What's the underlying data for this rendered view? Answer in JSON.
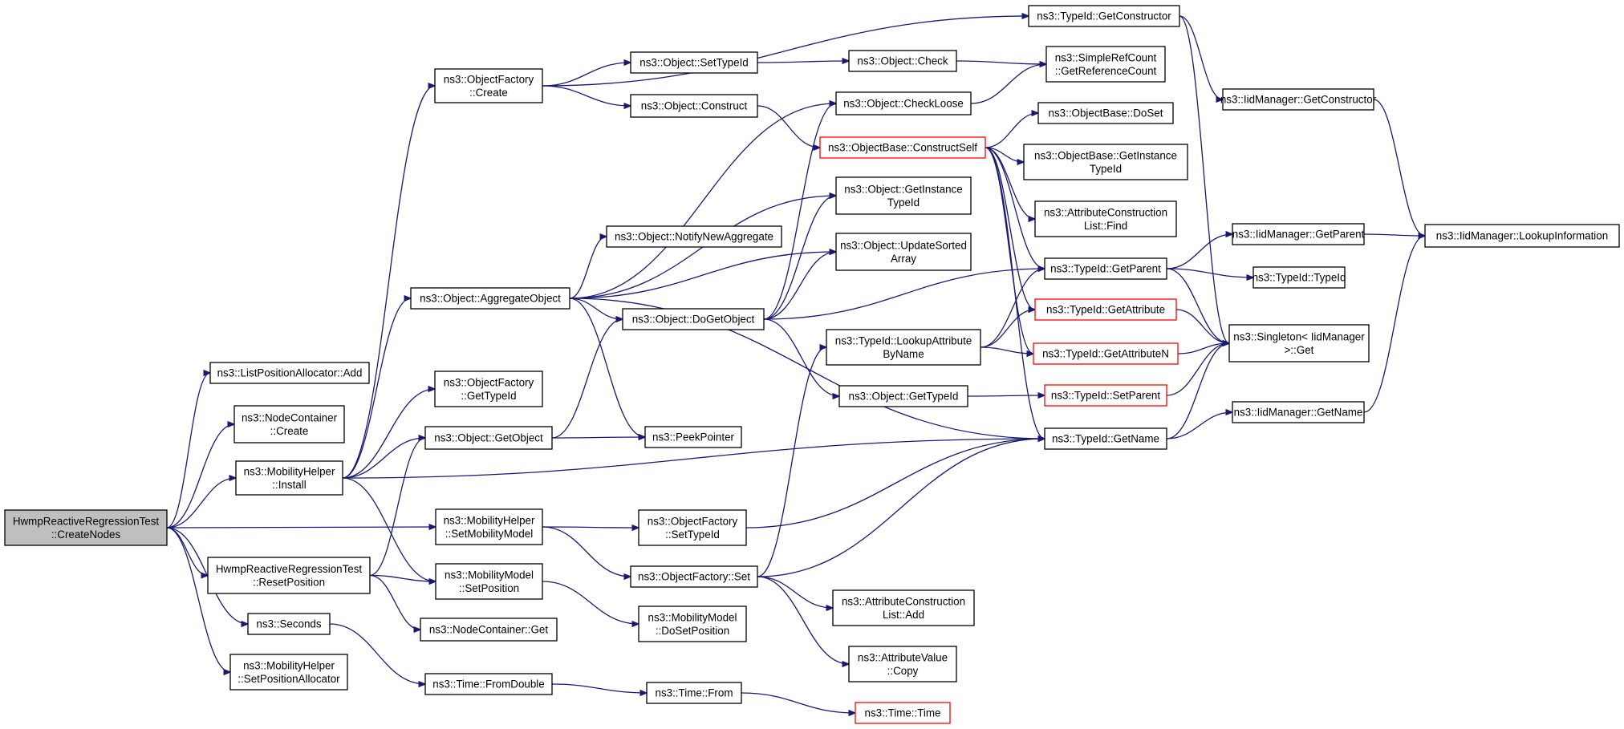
{
  "colors": {
    "edge": "#191970",
    "highlight_border": "#ff0000",
    "root_fill": "#bfbfbf"
  },
  "nodes": [
    {
      "id": "root",
      "lines": [
        "HwmpReactiveRegressionTest",
        "::CreateNodes"
      ],
      "style": "root"
    },
    {
      "id": "lpa_add",
      "lines": [
        "ns3::ListPositionAllocator::Add"
      ]
    },
    {
      "id": "nc_create",
      "lines": [
        "ns3::NodeContainer",
        "::Create"
      ]
    },
    {
      "id": "mh_install",
      "lines": [
        "ns3::MobilityHelper",
        "::Install"
      ]
    },
    {
      "id": "reset_pos",
      "lines": [
        "HwmpReactiveRegressionTest",
        "::ResetPosition"
      ]
    },
    {
      "id": "seconds",
      "lines": [
        "ns3::Seconds"
      ]
    },
    {
      "id": "mh_setpa",
      "lines": [
        "ns3::MobilityHelper",
        "::SetPositionAllocator"
      ]
    },
    {
      "id": "of_create",
      "lines": [
        "ns3::ObjectFactory",
        "::Create"
      ]
    },
    {
      "id": "aggregate",
      "lines": [
        "ns3::Object::AggregateObject"
      ]
    },
    {
      "id": "of_gettypeid",
      "lines": [
        "ns3::ObjectFactory",
        "::GetTypeId"
      ]
    },
    {
      "id": "getobject",
      "lines": [
        "ns3::Object::GetObject"
      ]
    },
    {
      "id": "mh_setmm",
      "lines": [
        "ns3::MobilityHelper",
        "::SetMobilityModel"
      ]
    },
    {
      "id": "mm_setpos",
      "lines": [
        "ns3::MobilityModel",
        "::SetPosition"
      ]
    },
    {
      "id": "nc_get",
      "lines": [
        "ns3::NodeContainer::Get"
      ]
    },
    {
      "id": "fromdouble",
      "lines": [
        "ns3::Time::FromDouble"
      ]
    },
    {
      "id": "settypeid",
      "lines": [
        "ns3::Object::SetTypeId"
      ]
    },
    {
      "id": "construct",
      "lines": [
        "ns3::Object::Construct"
      ]
    },
    {
      "id": "notify",
      "lines": [
        "ns3::Object::NotifyNewAggregate"
      ]
    },
    {
      "id": "dogetobject",
      "lines": [
        "ns3::Object::DoGetObject"
      ]
    },
    {
      "id": "peekpointer",
      "lines": [
        "ns3::PeekPointer"
      ]
    },
    {
      "id": "of_settypeid",
      "lines": [
        "ns3::ObjectFactory",
        "::SetTypeId"
      ]
    },
    {
      "id": "of_set",
      "lines": [
        "ns3::ObjectFactory::Set"
      ]
    },
    {
      "id": "mm_dosetpos",
      "lines": [
        "ns3::MobilityModel",
        "::DoSetPosition"
      ]
    },
    {
      "id": "time_from",
      "lines": [
        "ns3::Time::From"
      ]
    },
    {
      "id": "check",
      "lines": [
        "ns3::Object::Check"
      ]
    },
    {
      "id": "checkloose",
      "lines": [
        "ns3::Object::CheckLoose"
      ]
    },
    {
      "id": "constructself",
      "lines": [
        "ns3::ObjectBase::ConstructSelf"
      ],
      "style": "red"
    },
    {
      "id": "getinstancetypeid",
      "lines": [
        "ns3::Object::GetInstance",
        "TypeId"
      ]
    },
    {
      "id": "updatesorted",
      "lines": [
        "ns3::Object::UpdateSorted",
        "Array"
      ]
    },
    {
      "id": "lookupattr",
      "lines": [
        "ns3::TypeId::LookupAttribute",
        "ByName"
      ]
    },
    {
      "id": "obj_gettypeid",
      "lines": [
        "ns3::Object::GetTypeId"
      ]
    },
    {
      "id": "attrlist_add",
      "lines": [
        "ns3::AttributeConstruction",
        "List::Add"
      ]
    },
    {
      "id": "attrvalue_copy",
      "lines": [
        "ns3::AttributeValue",
        "::Copy"
      ]
    },
    {
      "id": "time_time",
      "lines": [
        "ns3::Time::Time"
      ],
      "style": "red"
    },
    {
      "id": "tid_getconstructor",
      "lines": [
        "ns3::TypeId::GetConstructor"
      ]
    },
    {
      "id": "getrefcount",
      "lines": [
        "ns3::SimpleRefCount",
        "::GetReferenceCount"
      ]
    },
    {
      "id": "ob_doset",
      "lines": [
        "ns3::ObjectBase::DoSet"
      ]
    },
    {
      "id": "ob_getinstancetypeid",
      "lines": [
        "ns3::ObjectBase::GetInstance",
        "TypeId"
      ]
    },
    {
      "id": "attrlist_find",
      "lines": [
        "ns3::AttributeConstruction",
        "List::Find"
      ]
    },
    {
      "id": "tid_getparent",
      "lines": [
        "ns3::TypeId::GetParent"
      ]
    },
    {
      "id": "tid_getattribute",
      "lines": [
        "ns3::TypeId::GetAttribute"
      ],
      "style": "red"
    },
    {
      "id": "tid_getattributen",
      "lines": [
        "ns3::TypeId::GetAttributeN"
      ],
      "style": "red"
    },
    {
      "id": "tid_setparent",
      "lines": [
        "ns3::TypeId::SetParent"
      ],
      "style": "red"
    },
    {
      "id": "tid_getname",
      "lines": [
        "ns3::TypeId::GetName"
      ]
    },
    {
      "id": "iid_getconstructor",
      "lines": [
        "ns3::IidManager::GetConstructor"
      ]
    },
    {
      "id": "iid_getparent",
      "lines": [
        "ns3::IidManager::GetParent"
      ]
    },
    {
      "id": "tid_typeid",
      "lines": [
        "ns3::TypeId::TypeId"
      ]
    },
    {
      "id": "singleton_get",
      "lines": [
        "ns3::Singleton< IidManager",
        " >::Get"
      ]
    },
    {
      "id": "iid_getname",
      "lines": [
        "ns3::IidManager::GetName"
      ]
    },
    {
      "id": "iid_lookup",
      "lines": [
        "ns3::IidManager::LookupInformation"
      ]
    }
  ],
  "edges": [
    [
      "root",
      "lpa_add"
    ],
    [
      "root",
      "nc_create"
    ],
    [
      "root",
      "mh_install"
    ],
    [
      "root",
      "mh_setmm"
    ],
    [
      "root",
      "reset_pos"
    ],
    [
      "root",
      "seconds"
    ],
    [
      "root",
      "mh_setpa"
    ],
    [
      "mh_install",
      "of_create"
    ],
    [
      "mh_install",
      "aggregate"
    ],
    [
      "mh_install",
      "of_gettypeid"
    ],
    [
      "mh_install",
      "getobject"
    ],
    [
      "mh_install",
      "mm_setpos"
    ],
    [
      "mh_install",
      "tid_getname"
    ],
    [
      "reset_pos",
      "getobject"
    ],
    [
      "reset_pos",
      "mm_setpos"
    ],
    [
      "reset_pos",
      "nc_get"
    ],
    [
      "seconds",
      "fromdouble"
    ],
    [
      "of_create",
      "tid_getconstructor"
    ],
    [
      "of_create",
      "settypeid"
    ],
    [
      "of_create",
      "construct"
    ],
    [
      "aggregate",
      "getinstancetypeid"
    ],
    [
      "aggregate",
      "checkloose"
    ],
    [
      "aggregate",
      "notify"
    ],
    [
      "aggregate",
      "updatesorted"
    ],
    [
      "aggregate",
      "dogetobject"
    ],
    [
      "aggregate",
      "peekpointer"
    ],
    [
      "aggregate",
      "tid_getname"
    ],
    [
      "getobject",
      "dogetobject"
    ],
    [
      "getobject",
      "peekpointer"
    ],
    [
      "mh_setmm",
      "of_settypeid"
    ],
    [
      "mh_setmm",
      "of_set"
    ],
    [
      "mm_setpos",
      "mm_dosetpos"
    ],
    [
      "fromdouble",
      "time_from"
    ],
    [
      "time_from",
      "time_time"
    ],
    [
      "settypeid",
      "check"
    ],
    [
      "construct",
      "constructself"
    ],
    [
      "dogetobject",
      "checkloose"
    ],
    [
      "dogetobject",
      "getinstancetypeid"
    ],
    [
      "dogetobject",
      "updatesorted"
    ],
    [
      "dogetobject",
      "tid_getparent"
    ],
    [
      "dogetobject",
      "obj_gettypeid"
    ],
    [
      "of_settypeid",
      "tid_getname"
    ],
    [
      "of_set",
      "lookupattr"
    ],
    [
      "of_set",
      "attrlist_add"
    ],
    [
      "of_set",
      "attrvalue_copy"
    ],
    [
      "of_set",
      "tid_getname"
    ],
    [
      "check",
      "getrefcount"
    ],
    [
      "checkloose",
      "getrefcount"
    ],
    [
      "constructself",
      "ob_doset"
    ],
    [
      "constructself",
      "ob_getinstancetypeid"
    ],
    [
      "constructself",
      "attrlist_find"
    ],
    [
      "constructself",
      "tid_getparent"
    ],
    [
      "constructself",
      "tid_getattribute"
    ],
    [
      "constructself",
      "tid_getattributen"
    ],
    [
      "constructself",
      "tid_getname"
    ],
    [
      "lookupattr",
      "tid_getparent"
    ],
    [
      "lookupattr",
      "tid_getattribute"
    ],
    [
      "lookupattr",
      "tid_getattributen"
    ],
    [
      "obj_gettypeid",
      "tid_setparent"
    ],
    [
      "tid_getconstructor",
      "iid_getconstructor"
    ],
    [
      "tid_getconstructor",
      "singleton_get"
    ],
    [
      "iid_getconstructor",
      "iid_lookup"
    ],
    [
      "tid_getparent",
      "iid_getparent"
    ],
    [
      "tid_getparent",
      "tid_typeid"
    ],
    [
      "tid_getparent",
      "singleton_get"
    ],
    [
      "tid_getattribute",
      "singleton_get"
    ],
    [
      "tid_getattributen",
      "singleton_get"
    ],
    [
      "tid_setparent",
      "singleton_get"
    ],
    [
      "tid_getname",
      "singleton_get"
    ],
    [
      "tid_getname",
      "iid_getname"
    ],
    [
      "iid_getparent",
      "iid_lookup"
    ],
    [
      "iid_getname",
      "iid_lookup"
    ]
  ]
}
